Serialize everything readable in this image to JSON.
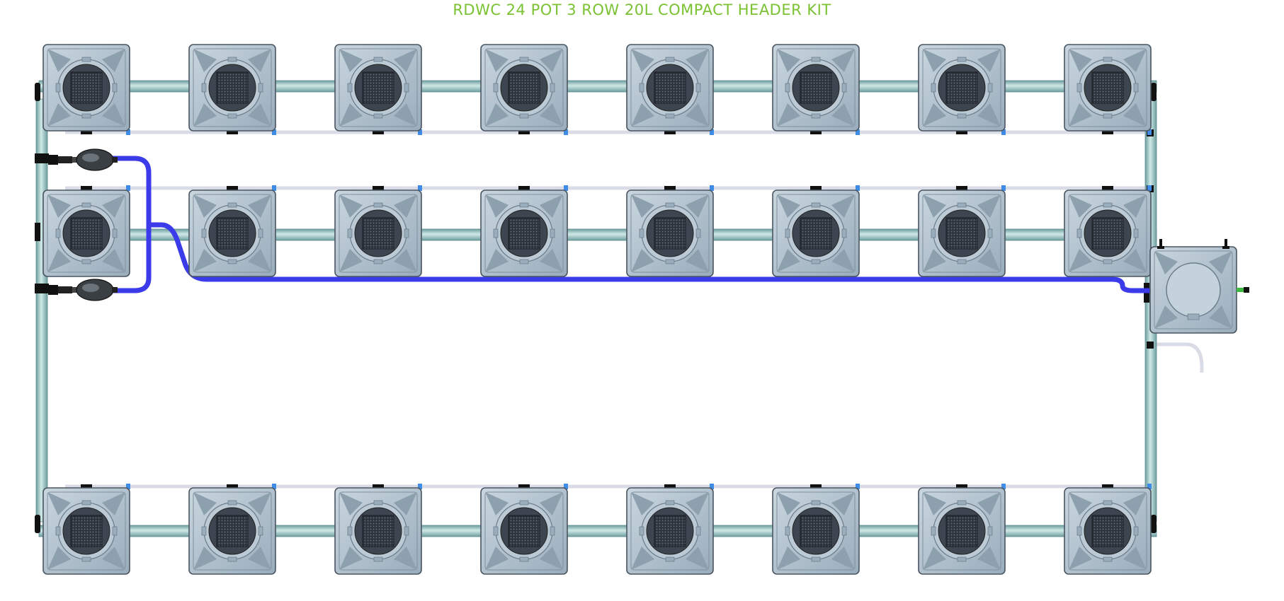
{
  "title": "RDWC 24 POT 3 ROW 20L COMPACT HEADER KIT",
  "colors": {
    "title": "#7ac231",
    "pot_body": "#aebfcd",
    "pot_inner": "#3d4650",
    "pipe": "#9fc9c7",
    "blue_hose": "#3b3bea",
    "drain_line": "#d9dce6",
    "fitting": "#111111",
    "blue_clip": "#3f8ce6",
    "green_fitting": "#3cbc3c"
  },
  "layout": {
    "rows": 3,
    "pots_per_row": 8,
    "pot_count": 24,
    "control_bucket_count": 1,
    "pump_count": 2
  },
  "icons": {
    "pot": "grow-pot-icon",
    "control_bucket": "control-bucket-icon",
    "pump": "pump-icon"
  }
}
